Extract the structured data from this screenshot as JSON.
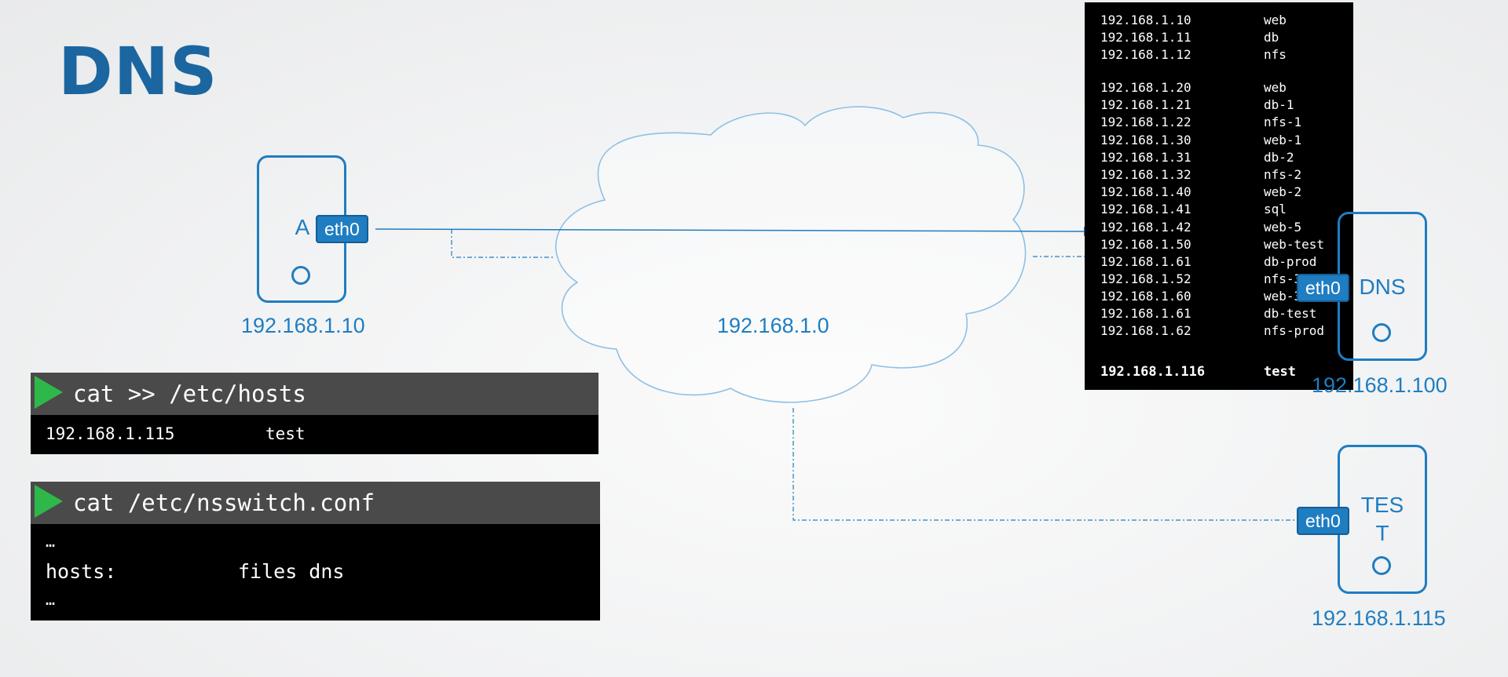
{
  "title": "DNS",
  "network": {
    "ip": "192.168.1.0"
  },
  "hostA": {
    "label": "A",
    "interface": "eth0",
    "ip": "192.168.1.10"
  },
  "dnsServer": {
    "label": "DNS",
    "interface": "eth0",
    "ip": "192.168.1.100"
  },
  "testHost": {
    "label_line1": "TES",
    "label_line2": "T",
    "interface": "eth0",
    "ip": "192.168.1.115"
  },
  "dnsRecords": [
    {
      "ip": "192.168.1.10",
      "name": "web"
    },
    {
      "ip": "192.168.1.11",
      "name": "db"
    },
    {
      "ip": "192.168.1.12",
      "name": "nfs"
    },
    {
      "ip": "192.168.1.20",
      "name": "web"
    },
    {
      "ip": "192.168.1.21",
      "name": "db-1"
    },
    {
      "ip": "192.168.1.22",
      "name": "nfs-1"
    },
    {
      "ip": "192.168.1.30",
      "name": "web-1"
    },
    {
      "ip": "192.168.1.31",
      "name": "db-2"
    },
    {
      "ip": "192.168.1.32",
      "name": "nfs-2"
    },
    {
      "ip": "192.168.1.40",
      "name": "web-2"
    },
    {
      "ip": "192.168.1.41",
      "name": "sql"
    },
    {
      "ip": "192.168.1.42",
      "name": "web-5"
    },
    {
      "ip": "192.168.1.50",
      "name": "web-test"
    },
    {
      "ip": "192.168.1.61",
      "name": "db-prod"
    },
    {
      "ip": "192.168.1.52",
      "name": "nfs-3"
    },
    {
      "ip": "192.168.1.60",
      "name": "web-3"
    },
    {
      "ip": "192.168.1.61",
      "name": "db-test"
    },
    {
      "ip": "192.168.1.62",
      "name": "nfs-prod"
    }
  ],
  "dnsLastRecord": {
    "ip": "192.168.1.116",
    "name": "test"
  },
  "terminal1": {
    "command": "cat >> /etc/hosts",
    "output_ip": "192.168.1.115",
    "output_name": "test"
  },
  "terminal2": {
    "command": "cat /etc/nsswitch.conf",
    "line1": "…",
    "line2_key": "hosts:",
    "line2_value": "files dns",
    "line3": "…"
  }
}
